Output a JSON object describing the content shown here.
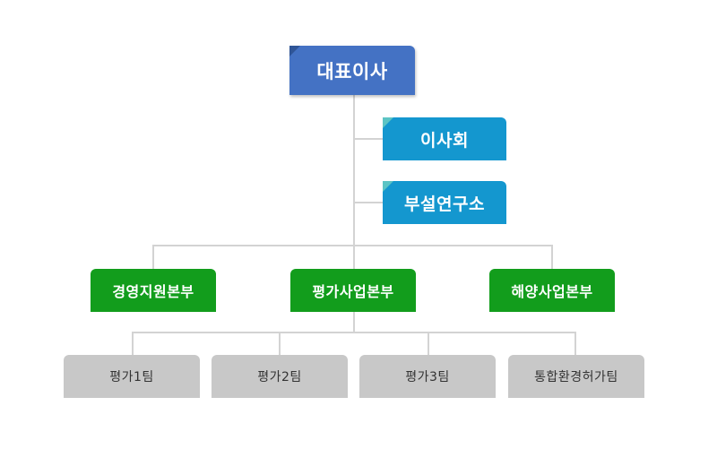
{
  "org_chart": {
    "ceo": "대표이사",
    "staff": [
      "이사회",
      "부설연구소"
    ],
    "divisions": [
      "경영지원본부",
      "평가사업본부",
      "해양사업본부"
    ],
    "teams": [
      "평가1팀",
      "평가2팀",
      "평가3팀",
      "통합환경허가팀"
    ],
    "colors": {
      "ceo": "#4472c4",
      "staff": "#1497cf",
      "division": "#129d1c",
      "team": "#c8c8c8",
      "connector": "#d3d3d3"
    }
  }
}
